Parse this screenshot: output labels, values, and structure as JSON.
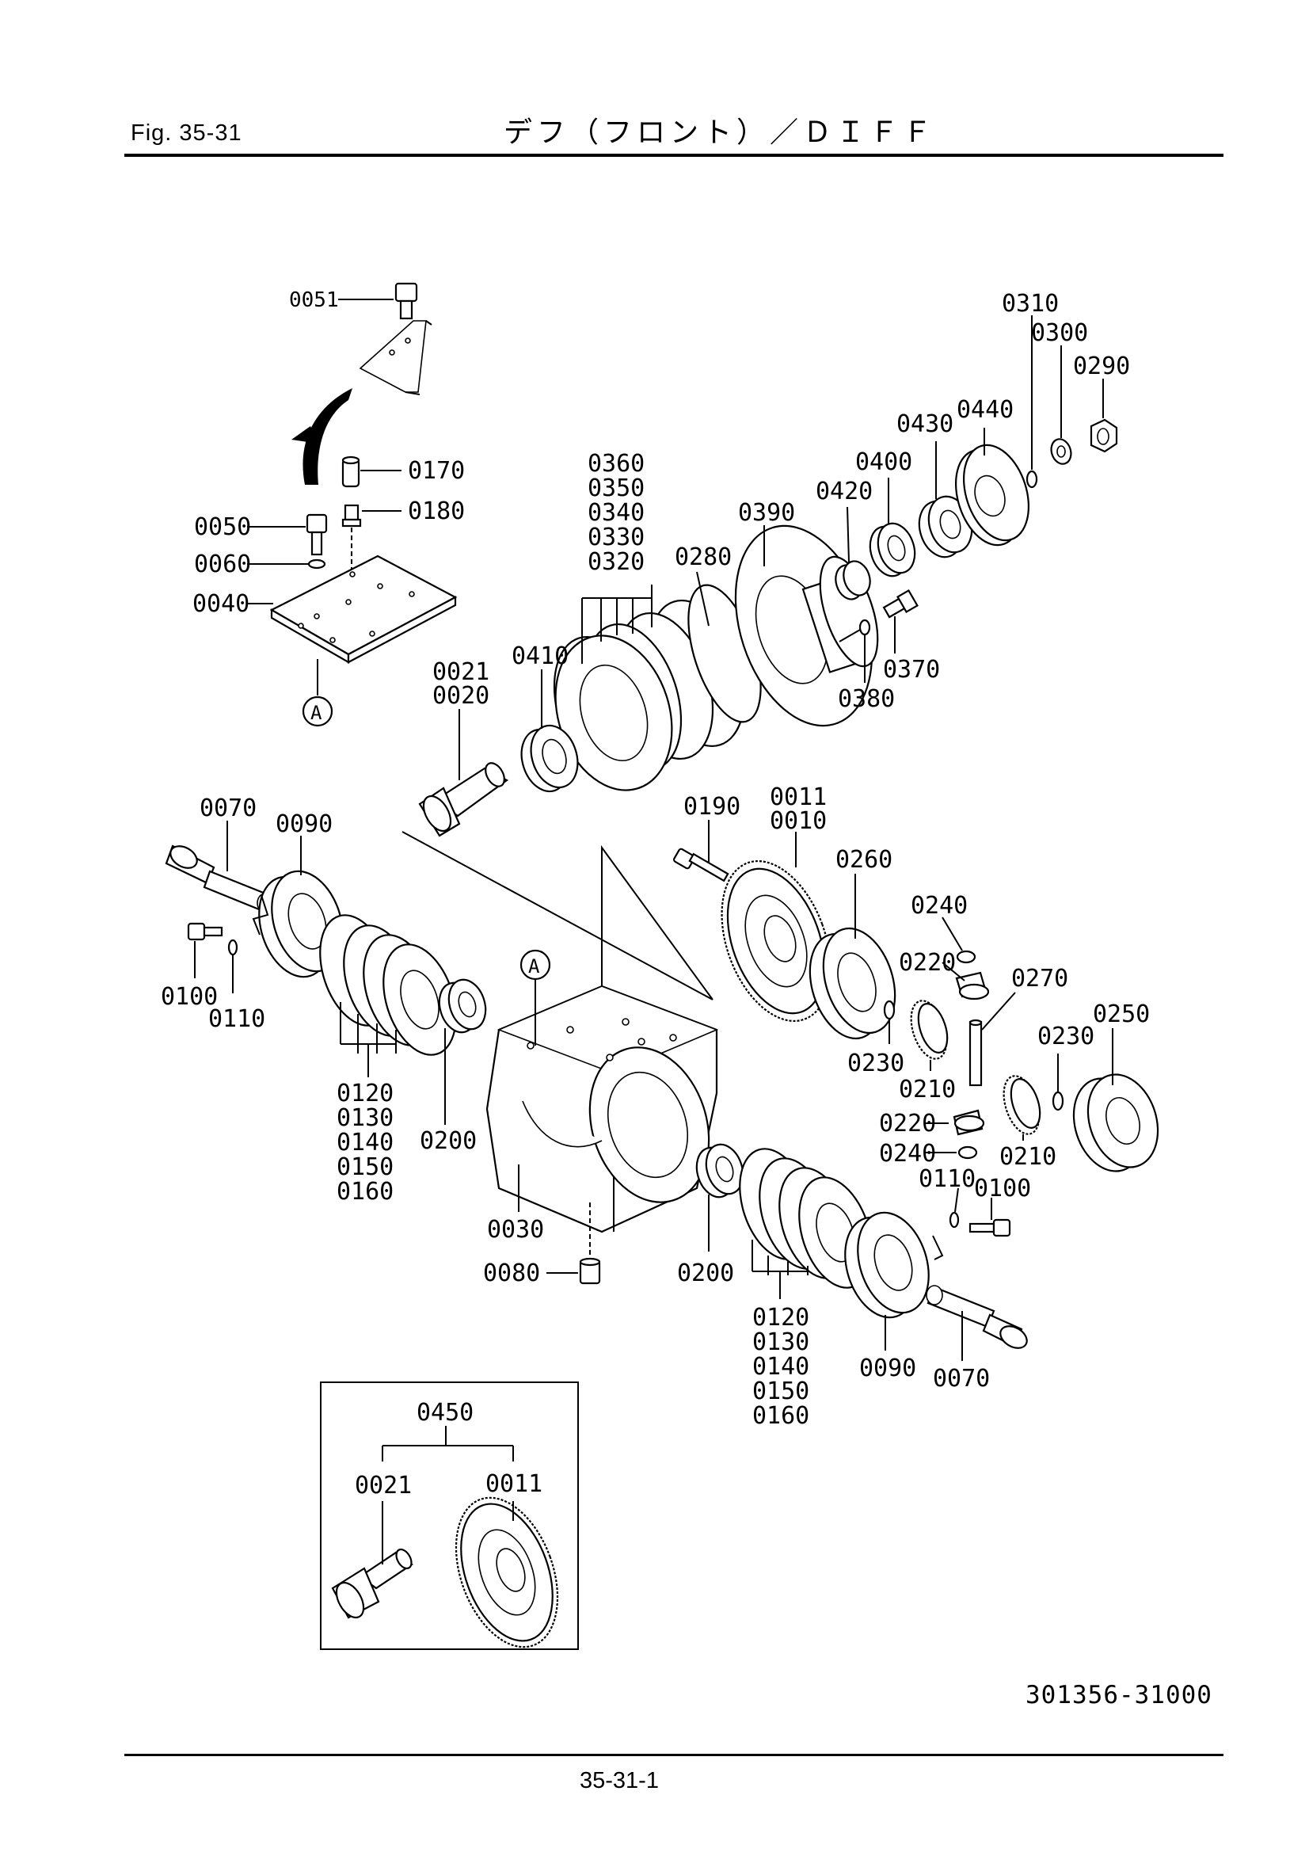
{
  "header": {
    "figure": "Fig.  35-31",
    "title": "デフ（フロント）／ＤＩＦＦ"
  },
  "drawing_number": "301356-31000",
  "page_number": "35-31-1",
  "callouts": {
    "c0051": "0051",
    "c0170": "0170",
    "c0180": "0180",
    "c0050": "0050",
    "c0060": "0060",
    "c0040": "0040",
    "refA1": "A",
    "c0360": "0360",
    "c0350": "0350",
    "c0340": "0340",
    "c0330": "0330",
    "c0320": "0320",
    "c0280": "0280",
    "c0390": "0390",
    "c0420": "0420",
    "c0400": "0400",
    "c0430": "0430",
    "c0440": "0440",
    "c0310": "0310",
    "c0300": "0300",
    "c0290": "0290",
    "c0370": "0370",
    "c0380": "0380",
    "c0410": "0410",
    "c0021": "0021",
    "c0020": "0020",
    "c0070L": "0070",
    "c0090L": "0090",
    "c0100L": "0100",
    "c0110L": "0110",
    "g1_0120": "0120",
    "g1_0130": "0130",
    "g1_0140": "0140",
    "g1_0150": "0150",
    "g1_0160": "0160",
    "c0200L": "0200",
    "refA2": "A",
    "c0030": "0030",
    "c0080": "0080",
    "c0190": "0190",
    "c0011": "0011",
    "c0010": "0010",
    "c0260": "0260",
    "c0240a": "0240",
    "c0220a": "0220",
    "c0270": "0270",
    "c0230a": "0230",
    "c0230b": "0230",
    "c0210a": "0210",
    "c0250": "0250",
    "c0220b": "0220",
    "c0240b": "0240",
    "c0210b": "0210",
    "c0110R": "0110",
    "c0100R": "0100",
    "c0200R": "0200",
    "g2_0120": "0120",
    "g2_0130": "0130",
    "g2_0140": "0140",
    "g2_0150": "0150",
    "g2_0160": "0160",
    "c0090R": "0090",
    "c0070R": "0070",
    "kit0450": "0450",
    "kit0021": "0021",
    "kit0011": "0011"
  }
}
